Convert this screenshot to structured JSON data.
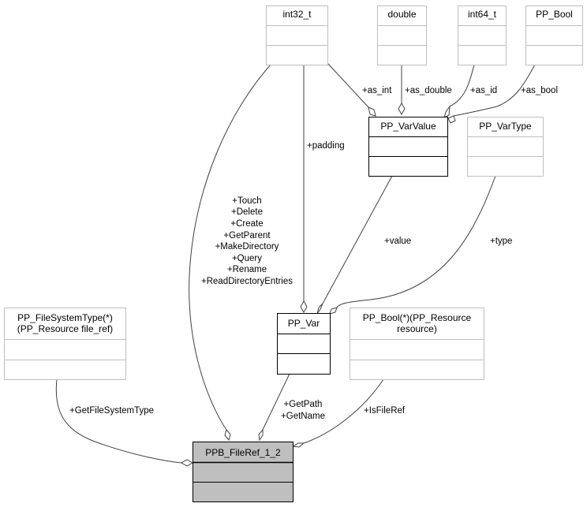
{
  "diagram": {
    "type": "collaboration-diagram",
    "nodes": {
      "int32_t": {
        "title": "int32_t"
      },
      "double": {
        "title": "double"
      },
      "int64_t": {
        "title": "int64_t"
      },
      "pp_bool": {
        "title": "PP_Bool"
      },
      "pp_varvalue": {
        "title": "PP_VarValue"
      },
      "pp_vartype": {
        "title": "PP_VarType"
      },
      "pp_filesystemtype_fn": {
        "title_line1": "PP_FileSystemType(*)",
        "title_line2": "(PP_Resource file_ref)"
      },
      "pp_var": {
        "title": "PP_Var"
      },
      "pp_bool_fn": {
        "title_line1": "PP_Bool(*)(PP_Resource",
        "title_line2": "resource)"
      },
      "ppb_fileref": {
        "title": "PPB_FileRef_1_2"
      }
    },
    "edges": {
      "as_int": "+as_int",
      "as_double": "+as_double",
      "as_id": "+as_id",
      "as_bool": "+as_bool",
      "padding": "+padding",
      "value": "+value",
      "type": "+type",
      "methods_int32": [
        "+Touch",
        "+Delete",
        "+Create",
        "+GetParent",
        "+MakeDirectory",
        "+Query",
        "+Rename",
        "+ReadDirectoryEntries"
      ],
      "get_path_name": [
        "+GetPath",
        "+GetName"
      ],
      "get_filesystem_type": "+GetFileSystemType",
      "is_file_ref": "+IsFileRef"
    },
    "colors": {
      "focus_fill": "#bfbfbf",
      "documented_border": "#000000",
      "undocumented_border": "#bfbfbf",
      "edge": "#404040"
    }
  }
}
